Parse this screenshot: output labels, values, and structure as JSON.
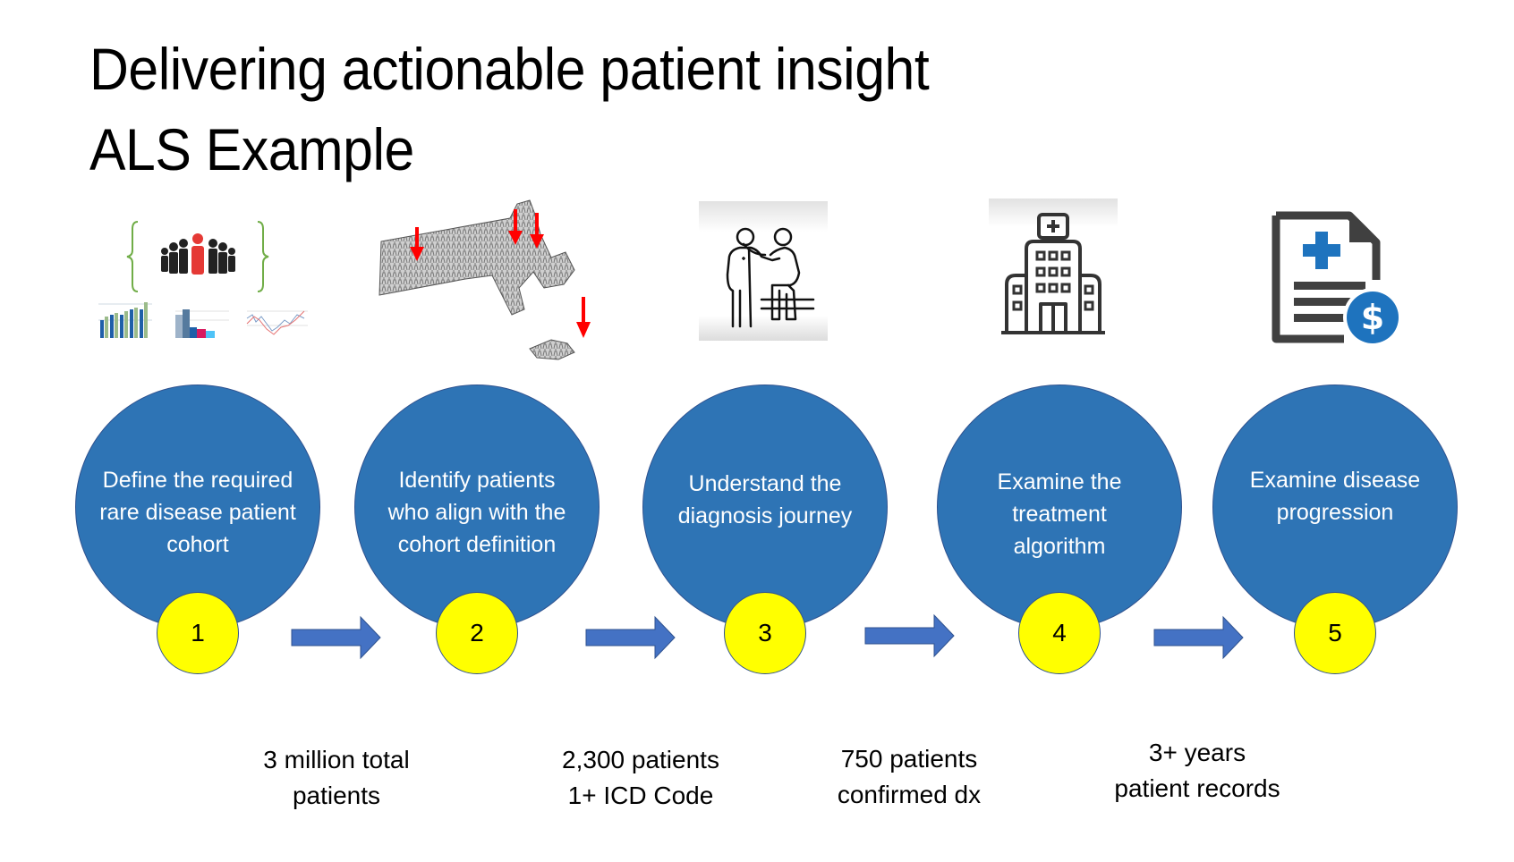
{
  "title": {
    "line1": "Delivering actionable patient insight",
    "line2": "ALS Example"
  },
  "icons": [
    {
      "name": "patient-cohort-icon",
      "description": "group of people with highlighted individual in braces, small charts below"
    },
    {
      "name": "massachusetts-map-icon",
      "description": "map of patients with red location arrows"
    },
    {
      "name": "doctor-patient-icon",
      "description": "doctor examining seated patient with stethoscope"
    },
    {
      "name": "hospital-icon",
      "description": "hospital building with cross"
    },
    {
      "name": "medical-bill-icon",
      "description": "medical document with plus and dollar sign"
    }
  ],
  "colors": {
    "step_fill": "#2E74B5",
    "number_fill": "#FFFF00",
    "arrow_fill": "#4472C4",
    "arrow_red": "#FF0000"
  },
  "steps": [
    {
      "number": "1",
      "lines": [
        "Define the required",
        "rare disease patient",
        "cohort"
      ]
    },
    {
      "number": "2",
      "lines": [
        "Identify patients",
        "who align with the",
        "cohort definition"
      ]
    },
    {
      "number": "3",
      "lines": [
        "Understand the",
        "diagnosis journey"
      ]
    },
    {
      "number": "4",
      "lines": [
        "Examine the",
        "treatment",
        "algorithm"
      ]
    },
    {
      "number": "5",
      "lines": [
        "Examine disease",
        "progression"
      ]
    }
  ],
  "transitions": [
    {
      "lines": [
        "3 million total",
        "patients"
      ]
    },
    {
      "lines": [
        "2,300 patients",
        "1+ ICD Code"
      ]
    },
    {
      "lines": [
        "750 patients",
        "confirmed dx"
      ]
    },
    {
      "lines": [
        "3+ years",
        "patient records"
      ]
    }
  ]
}
